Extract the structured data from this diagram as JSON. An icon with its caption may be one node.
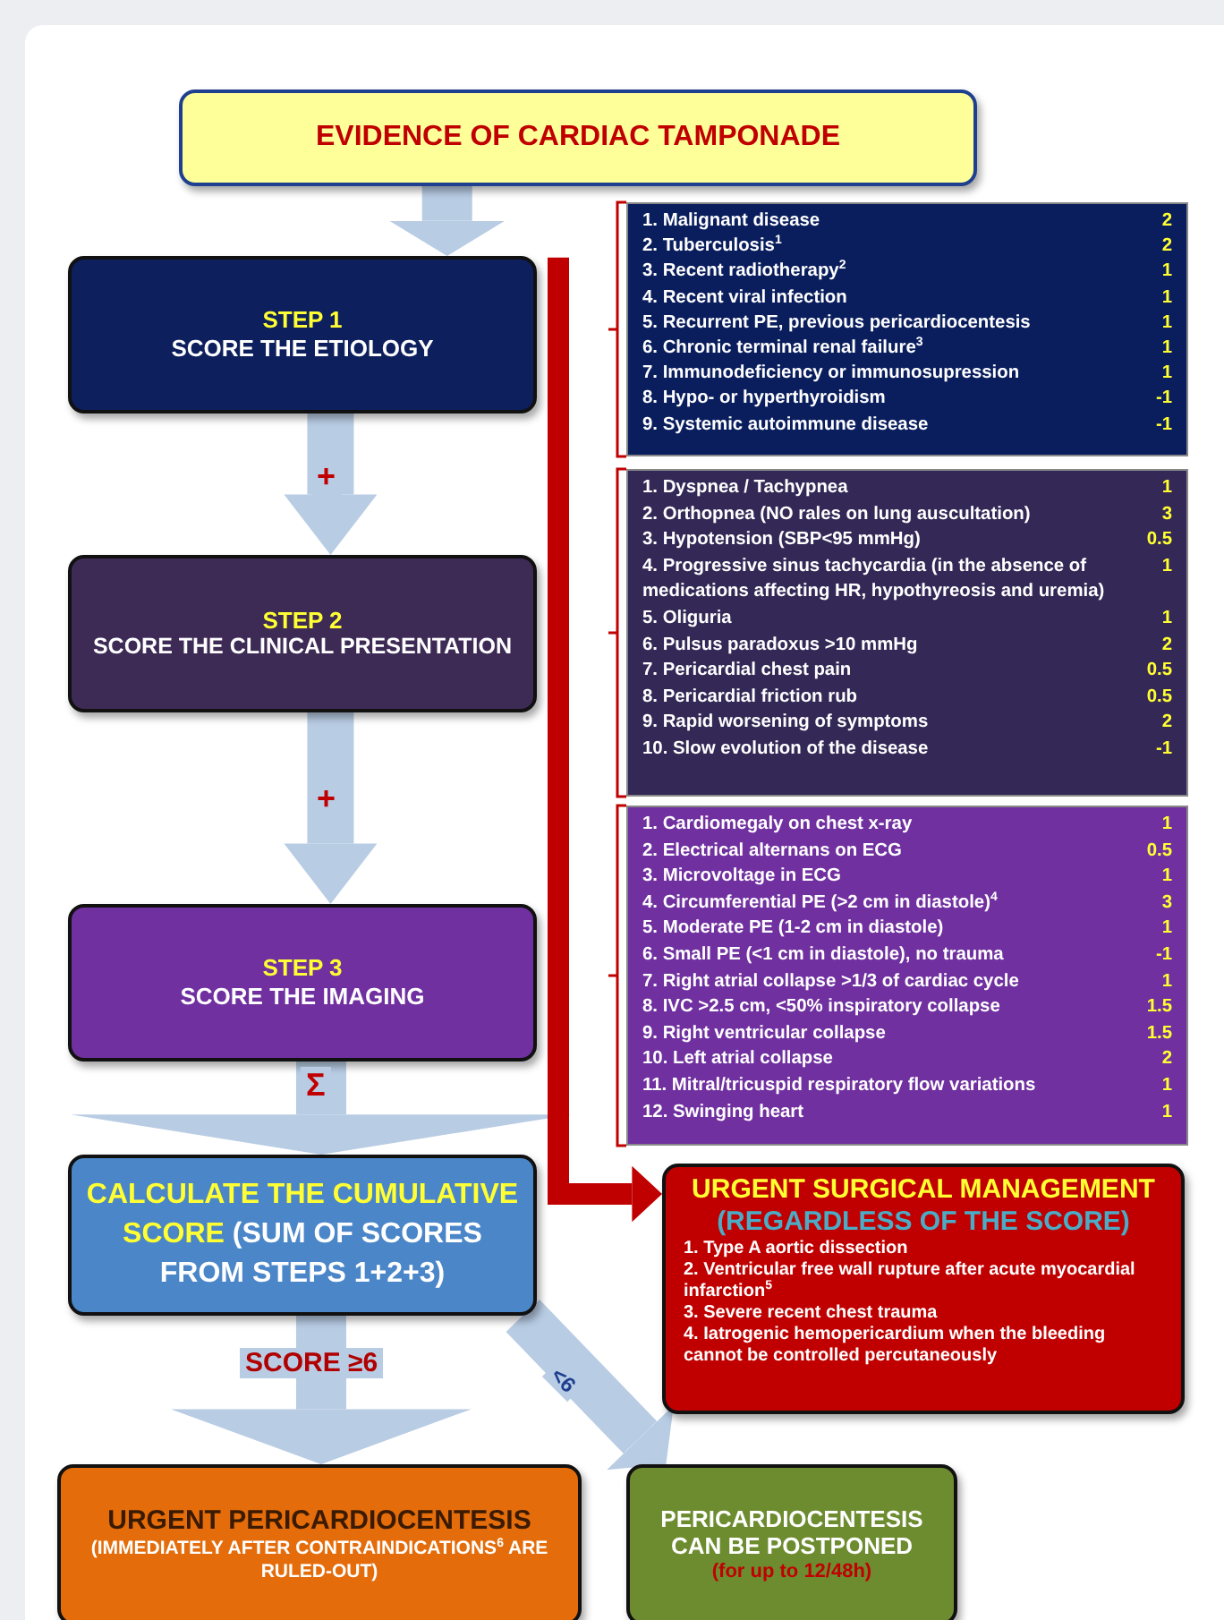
{
  "diagram": {
    "nodes": [
      {
        "text": [
          "EVIDENCE OF CARDIAC TAMPONADE"
        ]
      },
      {
        "text": [
          "STEP 1",
          "SCORE THE ETIOLOGY"
        ]
      },
      {
        "text": [
          "1. Malignant disease",
          "2",
          "2. Tuberculosis$^{1}$",
          "2",
          "3. Recent radiotherapy$^{2}$",
          "1",
          "4. Recent viral infection",
          "1",
          "5. Recurrent PE, previous pericardiocentesis",
          "1",
          "6. Chronic terminal renal failure$^{3}$",
          "1",
          "7. Immunodeficiency or immunosupression",
          "1",
          "8. Hypo- or hyperthyroidism",
          "-1",
          "9. Systemic autoimmune disease",
          "-1"
        ]
      },
      {
        "text": [
          "STEP 2",
          "SCORE THE CLINICAL PRESENTATION"
        ]
      },
      {
        "text": [
          "1. Dyspnea / Tachypnea",
          "1",
          "2. Orthopnea (NO rales on lung auscultation)",
          "3",
          "3. Hypotension (SBP<95 mmHg)",
          "0.5",
          "4. Progressive sinus tachycardia (in the absence of medications affecting HR, hypothyreosis and uremia)",
          "1",
          "5. Oliguria",
          "1",
          "6. Pulsus paradoxus >10 mmHg",
          "2",
          "7. Pericardial chest pain",
          "0.5",
          "8. Pericardial friction rub",
          "0.5",
          "9. Rapid worsening of symptoms",
          "2",
          "10. Slow evolution of the disease",
          "-1"
        ]
      },
      {
        "text": [
          "STEP 3",
          "SCORE THE IMAGING"
        ]
      },
      {
        "text": [
          "1. Cardiomegaly on chest x-ray",
          "1",
          "2. Electrical alternans on ECG",
          "0.5",
          "3. Microvoltage in ECG",
          "1",
          "4. Circumferential PE (>2 cm in diastole)$^{4}$",
          "3",
          "5. Moderate PE (1-2 cm in diastole)",
          "1",
          "6. Small PE (<1 cm in diastole), no trauma",
          "-1",
          "7. Right atrial collapse >1/3 of cardiac cycle",
          "1",
          "8. IVC >2.5 cm, <50% inspiratory collapse",
          "1.5",
          "9. Right ventricular collapse",
          "1.5",
          "10. Left atrial collapse",
          "2",
          "11. Mitral/tricuspid respiratory flow variations",
          "1",
          "12. Swinging heart",
          "1"
        ]
      },
      {
        "text": [
          "CALCULATE THE CUMULATIVE SCORE",
          "(SUM OF SCORES FROM STEPS 1+2+3)"
        ]
      },
      {
        "text": [
          "URGENT SURGICAL MANAGEMENT",
          "(REGARDLESS OF THE SCORE)",
          "1. Type A aortic dissection",
          "2. Ventricular free wall rupture after acute myocardial infarction$^{5}$",
          "3. Severe recent chest trauma",
          "4. Iatrogenic hemopericardium when the bleeding cannot be controlled percutaneously"
        ]
      },
      {
        "text": [
          "URGENT PERICARDIOCENTESIS",
          "(IMMEDIATELY AFTER CONTRAINDICATIONS$^{6}$ ARE RULED-OUT)"
        ]
      },
      {
        "text": [
          "PERICARDIOCENTESIS CAN BE POSTPONED",
          "(for up to 12/48h)"
        ]
      }
    ],
    "edges": [
      {
        "from": 0,
        "to": 1,
        "arrow": "to"
      },
      {
        "from": 1,
        "to": 3,
        "arrow": "to",
        "label": "+"
      },
      {
        "from": 3,
        "to": 5,
        "arrow": "to",
        "label": "+"
      },
      {
        "from": 5,
        "to": 7,
        "arrow": "to",
        "label": "Σ"
      },
      {
        "from": 1,
        "to": 8,
        "arrow": "to",
        "color": "#c00000"
      },
      {
        "from": 7,
        "to": 9,
        "arrow": "to",
        "label": "SCORE ≥6"
      },
      {
        "from": 7,
        "to": 10,
        "arrow": "to",
        "label": "<6"
      }
    ]
  }
}
